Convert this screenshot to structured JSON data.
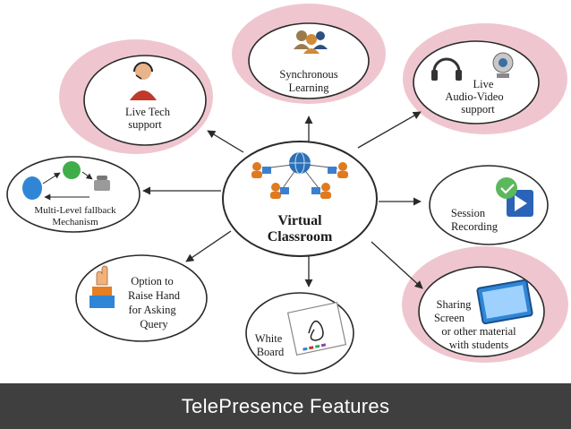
{
  "colors": {
    "pink": "#efc6cf",
    "oval_stroke": "#2a2a2a",
    "arrow": "#2a2a2a",
    "footer_bg": "#3f3f3f",
    "footer_text": "#ffffff",
    "accent_blue": "#2f6fb6",
    "accent_orange": "#e07a1f"
  },
  "center": {
    "line1": "Virtual",
    "line2": "Classroom"
  },
  "nodes": {
    "live_tech": {
      "line1": "Live Tech",
      "line2": "support",
      "icon": "headset-person-icon"
    },
    "synchronous": {
      "line1": "Synchronous",
      "line2": "Learning",
      "icon": "people-group-icon"
    },
    "live_av": {
      "line1": "Live",
      "line2": "Audio-Video",
      "line3": "support",
      "icon": "headphones-webcam-icon"
    },
    "multilevel": {
      "line1": "Multi-Level fallback",
      "line2": "Mechanism",
      "icon": "fallback-cycle-icon"
    },
    "session": {
      "line1": "Session",
      "line2": "Recording",
      "icon": "recording-icon"
    },
    "raise_hand": {
      "line1": "Option to",
      "line2": "Raise Hand",
      "line3": "for Asking",
      "line4": "Query",
      "icon": "raised-hand-icon"
    },
    "whiteboard": {
      "line1": "White",
      "line2": "Board",
      "icon": "whiteboard-icon"
    },
    "sharing": {
      "line1": "Sharing",
      "line2": "Screen",
      "line3": "or other material",
      "line4": "with students",
      "icon": "monitor-icon"
    }
  },
  "footer": {
    "title": "TelePresence Features"
  }
}
